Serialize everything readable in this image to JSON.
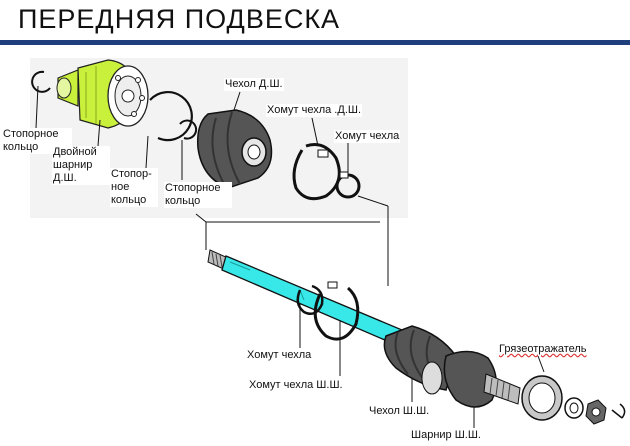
{
  "title": "ПЕРЕДНЯЯ ПОДВЕСКА",
  "colors": {
    "rule": "#1f3f7c",
    "joint_highlight": "#c9f03a",
    "shaft_highlight": "#38e8e8"
  },
  "labels": {
    "retaining_ring_1": "Стопорное кольцо",
    "double_joint": "Двойной шарнир Д.Ш.",
    "retaining_ring_2": "Стопор- ное кольцо",
    "retaining_ring_3": "Стопорное кольцо",
    "boot_inner": "Чехол Д.Ш.",
    "boot_clamp_inner": "Хомут чехла .Д.Ш.",
    "boot_clamp": "Хомут чехла",
    "shaft_boot_clamp": "Хомут чехла",
    "outer_boot_clamp": "Хомут чехла Ш.Ш.",
    "boot_outer": "Чехол Ш.Ш.",
    "outer_joint": "Шарнир Ш.Ш.",
    "dust_deflector": "Грязеотражатель"
  }
}
